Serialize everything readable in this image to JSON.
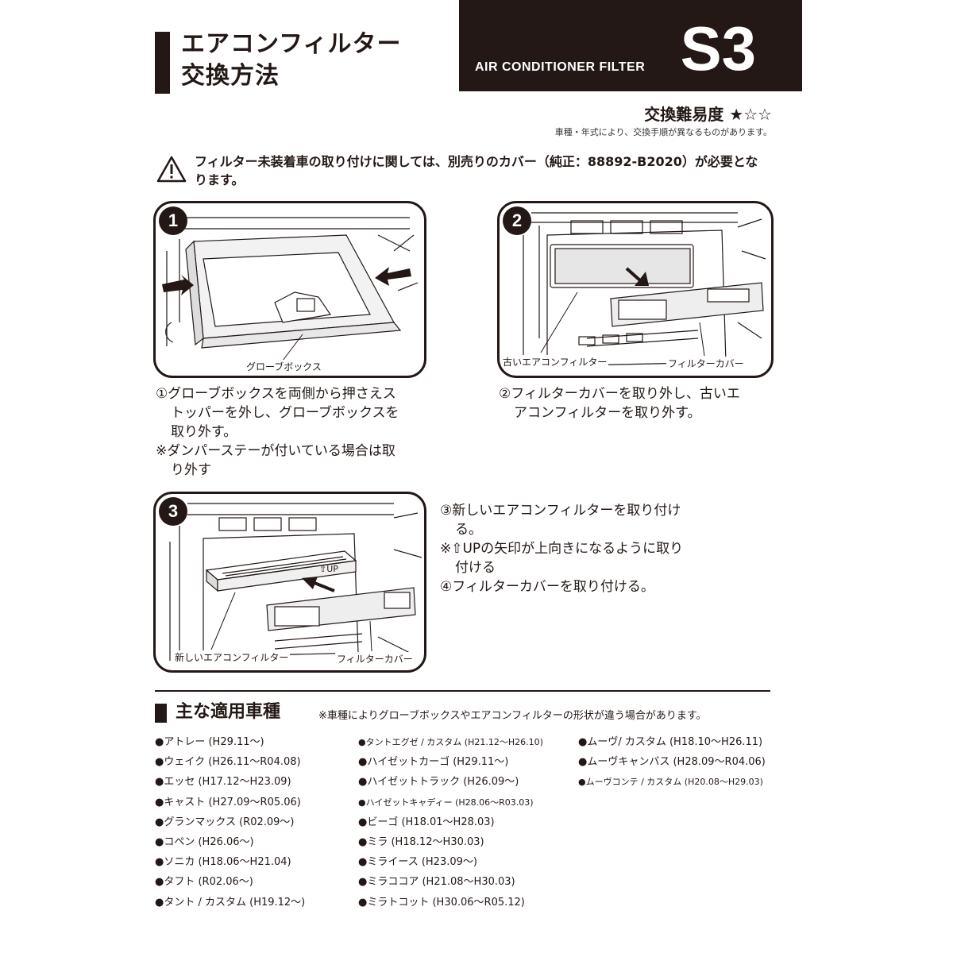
{
  "header": {
    "title_line1": "エアコンフィルター",
    "title_line2": "交換方法",
    "product_subtitle": "AIR CONDITIONER FILTER",
    "product_code": "S3",
    "difficulty": "交換難易度 ★☆☆",
    "difficulty_note": "車種・年式により、交換手順が異なるものがあります。"
  },
  "warning": {
    "text": "フィルター未装着車の取り付けに関しては、別売りのカバー（純正：88892-B2020）が必要となります。"
  },
  "steps": [
    {
      "number": "1",
      "labels": [
        "グローブボックス"
      ],
      "desc": [
        "①グローブボックスを両側から押さえス",
        "トッパーを外し、グローブボックスを",
        "取り外す。",
        "※ダンパーステーが付いている場合は取",
        "り外す"
      ]
    },
    {
      "number": "2",
      "labels": [
        "古いエアコンフィルター",
        "フィルターカバー"
      ],
      "desc": [
        "②フィルターカバーを取り外し、古いエ",
        "アコンフィルターを取り外す。"
      ]
    },
    {
      "number": "3",
      "labels": [
        "新しいエアコンフィルター",
        "フィルターカバー",
        "⇧UP"
      ],
      "desc": [
        "③新しいエアコンフィルターを取り付け",
        "る。",
        "※⇧UPの矢印が上向きになるように取り",
        "付ける",
        "④フィルターカバーを取り付ける。"
      ]
    }
  ],
  "vehicles": {
    "title": "主な適用車種",
    "note": "※車種によりグローブボックスやエアコンフィルターの形状が違う場合があります。",
    "col1": [
      "●アトレー (H29.11〜)",
      "●ウェイク (H26.11〜R04.08)",
      "●エッセ (H17.12〜H23.09)",
      "●キャスト (H27.09〜R05.06)",
      "●グランマックス (R02.09〜)",
      "●コペン (H26.06〜)",
      "●ソニカ (H18.06〜H21.04)",
      "●タフト (R02.06〜)",
      "●タント / カスタム (H19.12〜)"
    ],
    "col2": [
      "●タントエグゼ / カスタム (H21.12〜H26.10)",
      "●ハイゼットカーゴ (H29.11〜)",
      "●ハイゼットトラック (H26.09〜)",
      "●ハイゼットキャディー (H28.06〜R03.03)",
      "●ビーゴ (H18.01〜H28.03)",
      "●ミラ (H18.12〜H30.03)",
      "●ミライース (H23.09〜)",
      "●ミラココア (H21.08〜H30.03)",
      "●ミラトコット (H30.06〜R05.12)"
    ],
    "col3": [
      "●ムーヴ/ カスタム (H18.10〜H26.11)",
      "●ムーヴキャンバス (H28.09〜R04.06)",
      "●ムーヴコンテ / カスタム (H20.08〜H29.03)"
    ]
  }
}
